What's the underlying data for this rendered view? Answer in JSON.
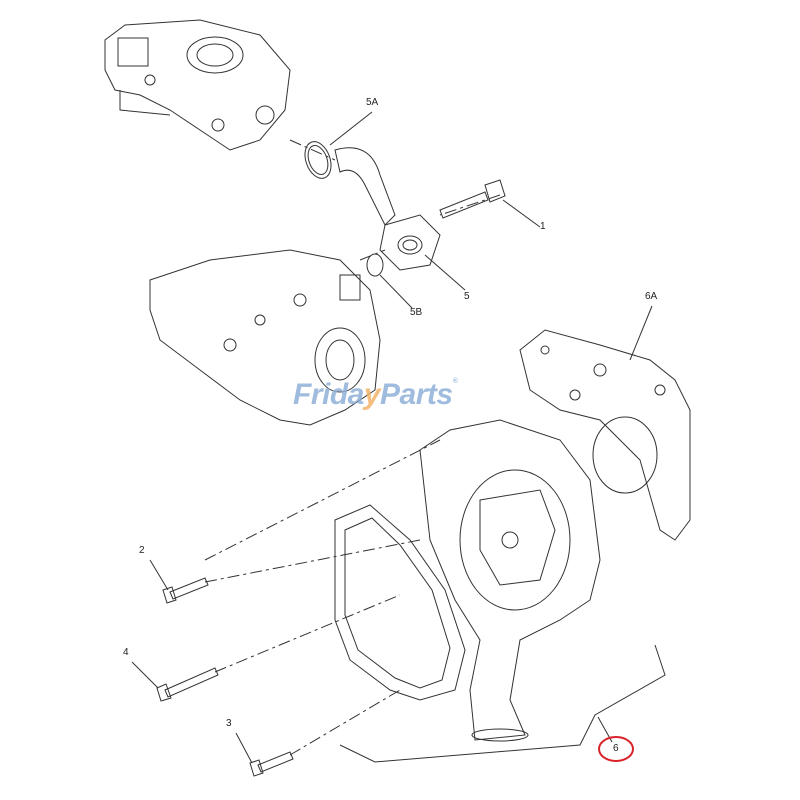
{
  "watermark": {
    "part1": "Frida",
    "part2": "y",
    "part3": "Parts",
    "mark": "®"
  },
  "callouts": {
    "c5A": "5A",
    "c1": "1",
    "c5": "5",
    "c5B": "5B",
    "c6A": "6A",
    "c2": "2",
    "c4": "4",
    "c3": "3",
    "c6": "6"
  },
  "colors": {
    "line": "#333333",
    "highlight": "#d9222a",
    "watermark_blue": "#8fb0d8",
    "watermark_orange": "#f2b36b"
  }
}
